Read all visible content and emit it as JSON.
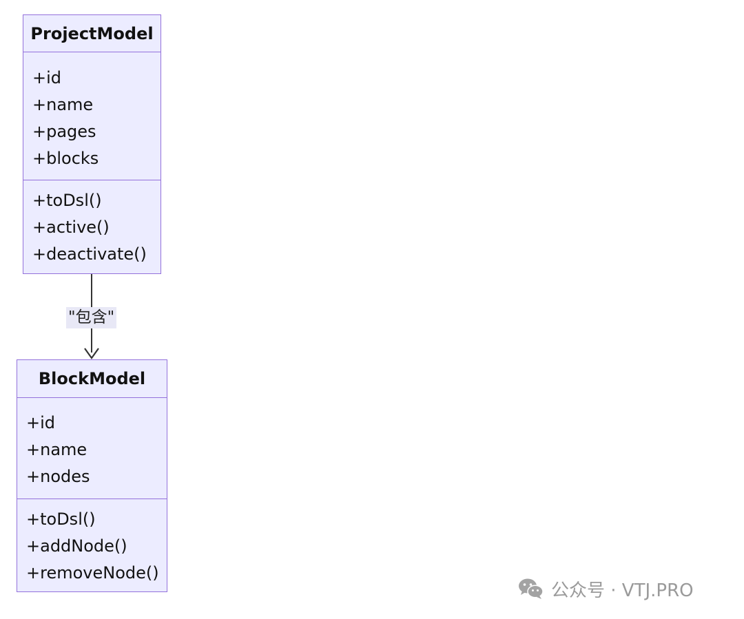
{
  "classes": {
    "project_model": {
      "name": "ProjectModel",
      "attributes": [
        "+id",
        "+name",
        "+pages",
        "+blocks"
      ],
      "methods": [
        "+toDsl()",
        "+active()",
        "+deactivate()"
      ]
    },
    "block_model": {
      "name": "BlockModel",
      "attributes": [
        "+id",
        "+name",
        "+nodes"
      ],
      "methods": [
        "+toDsl()",
        "+addNode()",
        "+removeNode()"
      ]
    }
  },
  "relation": {
    "from": "ProjectModel",
    "to": "BlockModel",
    "label": "\"包含\""
  },
  "colors": {
    "class_fill": "#ececff",
    "class_border": "#9370db",
    "edge": "#333333",
    "label_bg": "#e8e8f6",
    "watermark": "#9a9a9a"
  },
  "watermark": {
    "icon": "wechat-icon",
    "text": "公众号 · VTJ.PRO"
  }
}
